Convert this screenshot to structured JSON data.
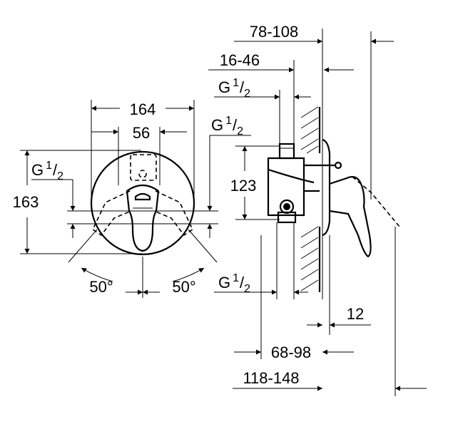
{
  "dimensions": {
    "width_164": "164",
    "width_56": "56",
    "height_163": "163",
    "thread_left": "G",
    "thread_top_right": "G",
    "thread_side_top": "G",
    "thread_side_bottom": "G",
    "angle_left": "50°",
    "angle_right": "50°",
    "depth_78_108": "78-108",
    "depth_16_46": "16-46",
    "height_123": "123",
    "offset_12": "12",
    "depth_68_98": "68-98",
    "depth_118_148": "118-148",
    "thread_sup": "1",
    "thread_sub": "2"
  },
  "colors": {
    "line": "#000000",
    "background": "#ffffff"
  }
}
